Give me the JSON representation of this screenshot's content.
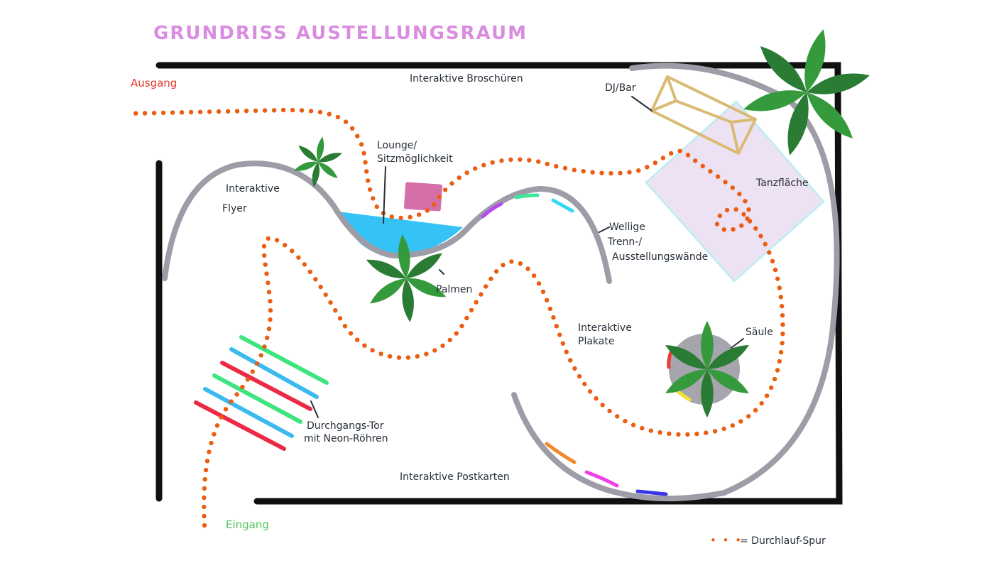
{
  "title": "GRUNDRISS AUSTELLUNGSRAUM",
  "labels": {
    "exit": "Ausgang",
    "entrance": "Eingang",
    "brochures": "Interaktive Broschüren",
    "dj_bar": "DJ/Bar",
    "lounge_line1": "Lounge/",
    "lounge_line2": "Sitzmöglichkeit",
    "flyer_line1": "Interaktive",
    "flyer_line2": "Flyer",
    "dance_floor": "Tanzfläche",
    "walls_line1": "Wellige",
    "walls_line2": "Trenn-/",
    "walls_line3": "Ausstellungswände",
    "palms": "Palmen",
    "posters_line1": "Interaktive",
    "posters_line2": "Plakate",
    "column": "Säule",
    "gate_line1": "Durchgangs-Tor",
    "gate_line2": "mit Neon-Röhren",
    "postcards": "Interaktive Postkarten"
  },
  "legend": {
    "symbol": "• • •",
    "text": "= Durchlauf-Spur"
  },
  "colors": {
    "title": "#d98ce0",
    "path_dots": "#ea5d12",
    "outer_wall": "#101010",
    "partition_wall": "#9e9ca6",
    "water": "#35c2f5",
    "lounge_seat": "#d46fa8",
    "dance_floor_fill": "#ede2f4",
    "dance_floor_border": "#b9eef0",
    "dj_bar": "#d9bb73",
    "palm_light": "#359a3c",
    "palm_dark": "#2a7c34",
    "column": "#a6a4ac",
    "exit_label": "#e0352b",
    "entrance_label": "#4fc657",
    "neon_green": "#3ce57e",
    "neon_blue": "#3cbaf0",
    "neon_red": "#ec2a45"
  },
  "wall_accents": [
    "#b44af0",
    "#3ce89a",
    "#38d8f0",
    "#f08a2a",
    "#f040e8",
    "#3a36e8"
  ],
  "column_accents": [
    "#ec3a3a",
    "#f2e23a"
  ]
}
